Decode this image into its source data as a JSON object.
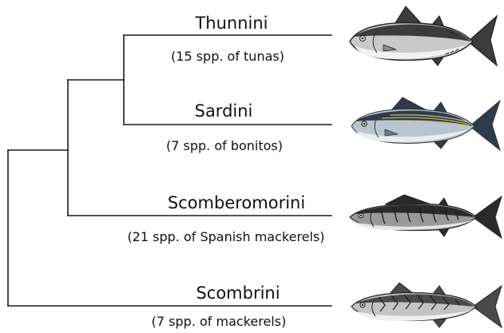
{
  "tribes": [
    {
      "name": "Thunnini",
      "note": "(15 spp. of tunas)"
    },
    {
      "name": "Sardini",
      "note": "(7 spp. of bonitos)"
    },
    {
      "name": "Scomberomorini",
      "note": "(21 spp. of Spanish mackerels)"
    },
    {
      "name": "Scombrini",
      "note": "(7 spp. of mackerels)"
    }
  ],
  "fish": [
    {
      "icon": "tuna-icon",
      "body_color": "#c9c9c9",
      "back_color": "#3c3c3c",
      "belly_color": "#f2f2f2"
    },
    {
      "icon": "bonito-icon",
      "body_color": "#b9c6cf",
      "back_color": "#2f3b48",
      "belly_color": "#e9eef0"
    },
    {
      "icon": "spanish-mackerel-icon",
      "body_color": "#9a9a9a",
      "back_color": "#2a2a2a",
      "belly_color": "#e6e6e6"
    },
    {
      "icon": "mackerel-icon",
      "body_color": "#c4c4c4",
      "back_color": "#4a4a4a",
      "belly_color": "#f0f0f0"
    }
  ]
}
